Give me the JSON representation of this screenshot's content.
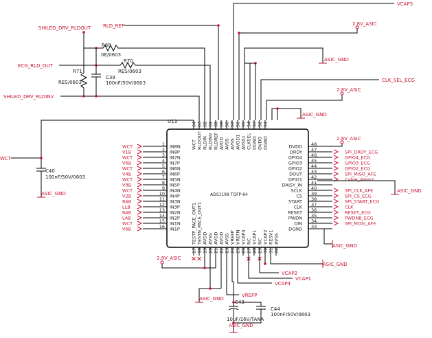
{
  "colors": {
    "net": "#c8102e",
    "wire": "#000000",
    "text": "#1a1a1a"
  },
  "chip": {
    "ref": "U13",
    "part": "ADS1198 TQFP-64",
    "left_pins": [
      {
        "num": "1",
        "name": "IN8N",
        "net": "WCT"
      },
      {
        "num": "2",
        "name": "IN8P",
        "net": "V1B"
      },
      {
        "num": "3",
        "name": "IN7N",
        "net": "WCT"
      },
      {
        "num": "4",
        "name": "IN7P",
        "net": "V6B"
      },
      {
        "num": "5",
        "name": "IN6N",
        "net": "WCT"
      },
      {
        "num": "6",
        "name": "IN6P",
        "net": "V4B"
      },
      {
        "num": "7",
        "name": "IN5N",
        "net": "WCT"
      },
      {
        "num": "8",
        "name": "IN5P",
        "net": "V3B"
      },
      {
        "num": "9",
        "name": "IN4N",
        "net": "WCT"
      },
      {
        "num": "10",
        "name": "IN4P",
        "net": "V2B"
      },
      {
        "num": "11",
        "name": "IN3N",
        "net": "RAB"
      },
      {
        "num": "12",
        "name": "IN3P",
        "net": "LLB"
      },
      {
        "num": "13",
        "name": "IN2N",
        "net": "RAB"
      },
      {
        "num": "14",
        "name": "IN2P",
        "net": "LAB"
      },
      {
        "num": "15",
        "name": "IN1N",
        "net": "WCT"
      },
      {
        "num": "16",
        "name": "IN1P",
        "net": "V6B"
      }
    ],
    "right_pins": [
      {
        "num": "48",
        "name": "DVDD",
        "net": ""
      },
      {
        "num": "47",
        "name": "DRDY",
        "net": "SPI_DRDY_ECG"
      },
      {
        "num": "46",
        "name": "GPIO4",
        "net": "GPIO4_ECG"
      },
      {
        "num": "45",
        "name": "GPIO3",
        "net": "GPIO3_ECG"
      },
      {
        "num": "44",
        "name": "GPIO2",
        "net": "GPIO2_ECG"
      },
      {
        "num": "43",
        "name": "DOUT",
        "net": "SPI_MISO_AFE"
      },
      {
        "num": "42",
        "name": "GPIO1",
        "net": "Cable_detect"
      },
      {
        "num": "41",
        "name": "DAISY_IN",
        "net": ""
      },
      {
        "num": "40",
        "name": "SCLK",
        "net": "SPI_CLK_AFE"
      },
      {
        "num": "39",
        "name": "CS",
        "net": "SPI_CS_ECG"
      },
      {
        "num": "38",
        "name": "START",
        "net": "SPI_START_ECG"
      },
      {
        "num": "37",
        "name": "CLK",
        "net": "CLK"
      },
      {
        "num": "36",
        "name": "RESET",
        "net": "RESET_ECG"
      },
      {
        "num": "35",
        "name": "PWDN",
        "net": "PWDNB_ECG"
      },
      {
        "num": "34",
        "name": "DIN",
        "net": "SPI_MOSI_AFE"
      },
      {
        "num": "33",
        "name": "DGND",
        "net": ""
      }
    ],
    "top_pins": [
      {
        "num": "64",
        "name": "WCT"
      },
      {
        "num": "63",
        "name": "RLDOUT"
      },
      {
        "num": "62",
        "name": "RLDIN"
      },
      {
        "num": "61",
        "name": "RLDINV"
      },
      {
        "num": "60",
        "name": "RLDREF"
      },
      {
        "num": "59",
        "name": "AVDD"
      },
      {
        "num": "58",
        "name": "AVSS"
      },
      {
        "num": "57",
        "name": "AVSS"
      },
      {
        "num": "56",
        "name": "AVDD1"
      },
      {
        "num": "55",
        "name": "AVSS1"
      },
      {
        "num": "54",
        "name": "CLKSEL"
      },
      {
        "num": "53",
        "name": "DGND"
      },
      {
        "num": "52",
        "name": "DVDD"
      },
      {
        "num": "51",
        "name": "DGND"
      }
    ],
    "bottom_pins": [
      {
        "num": "17",
        "name": "TESTP_PACE_OUT1"
      },
      {
        "num": "18",
        "name": "TESTN_PACE_OUT1"
      },
      {
        "num": "19",
        "name": "AVDD"
      },
      {
        "num": "20",
        "name": "AVSS"
      },
      {
        "num": "21",
        "name": "AVDD"
      },
      {
        "num": "22",
        "name": "AVDD"
      },
      {
        "num": "23",
        "name": "AVSS"
      },
      {
        "num": "24",
        "name": "VREFP"
      },
      {
        "num": "25",
        "name": "VREFN"
      },
      {
        "num": "26",
        "name": "VCAP4"
      },
      {
        "num": "27",
        "name": "NC"
      },
      {
        "num": "28",
        "name": "VCAP1"
      },
      {
        "num": "29",
        "name": "NC"
      },
      {
        "num": "30",
        "name": "VCAP2"
      },
      {
        "num": "31",
        "name": "RESV1"
      },
      {
        "num": "32",
        "name": "AVSS"
      }
    ]
  },
  "nets": {
    "vcap3": "VCAP3",
    "rld_ref": "RLD_REF",
    "shiled_drv_rldout": "SHILED_DRV_RLDOUT",
    "ecg_rld_out": "ECG_RLD_OUT",
    "shiled_drv_rldinv": "SHILED_DRV_RLDINV",
    "wct_left": "WCT",
    "clk_sel": "CLK_SEL_ECG",
    "vrefp": "VREFP",
    "vcap2": "VCAP2",
    "vcap1": "VCAP1",
    "vcap4": "VCAP4"
  },
  "power": {
    "asic_28_a": "2.8V_ASIC",
    "asic_28_b": "2.8V_ASIC",
    "asic_28_c": "2.8V_ASIC",
    "asic_28_d": "2.8V_ASIC",
    "gnd": "ASIC_GND"
  },
  "components": {
    "r68_ref": "R68",
    "r68_val": "0E/0603",
    "r70_ref": "R70",
    "r70_val": "RES/0603",
    "r71_ref": "R71",
    "r71_val": "RES/0603",
    "c39_ref": "C39",
    "c39_val": "100nF/50V/0603",
    "c40_ref": "C40",
    "c40_val": "100nF/50V/0603",
    "c43_ref": "C43",
    "c43_val": "10uF/16V/TANA",
    "c44_ref": "C44",
    "c44_val": "100nF/50V/0603"
  }
}
